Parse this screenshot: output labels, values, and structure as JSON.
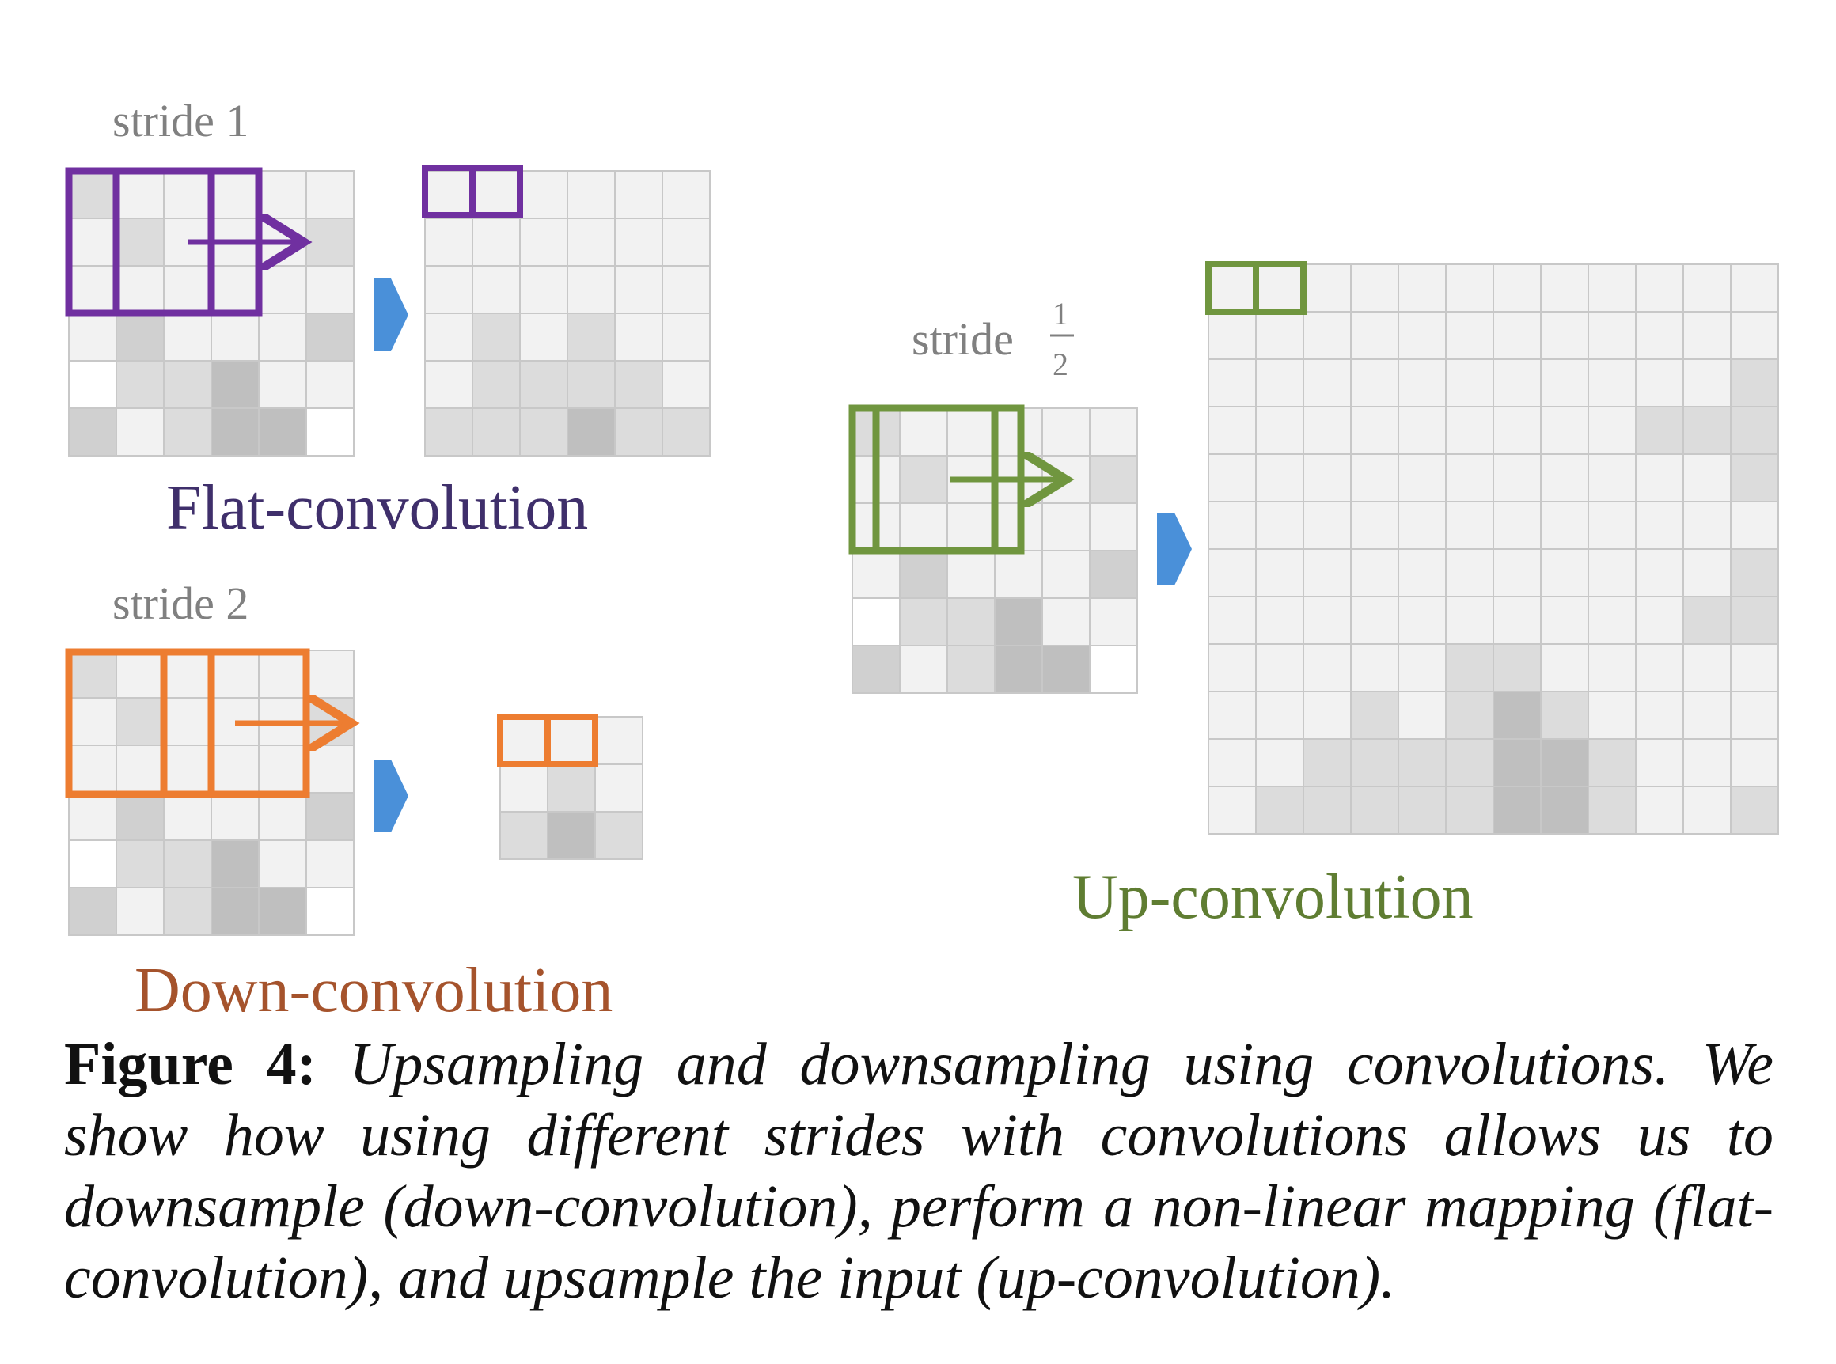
{
  "figure": {
    "colors": {
      "flat": "#7030a0",
      "flat_title": "#3f2f6b",
      "down": "#ed7d31",
      "down_title": "#a5532c",
      "up": "#70963f",
      "up_title": "#5f7d32",
      "arrow": "#4a90d9",
      "stride_label": "#808080",
      "grid_line": "#c8c8c8"
    },
    "panels": {
      "flat": {
        "stride_label": "stride 1",
        "title": "Flat-convolution",
        "input_grid": [
          [
            1,
            0,
            0,
            0,
            0,
            0
          ],
          [
            0,
            1,
            0,
            0,
            0,
            1
          ],
          [
            0,
            0,
            0,
            0,
            0,
            0
          ],
          [
            0,
            2,
            0,
            0,
            0,
            2
          ],
          [
            -1,
            1,
            1,
            3,
            0,
            0
          ],
          [
            2,
            0,
            1,
            3,
            3,
            -1
          ]
        ],
        "output_grid": [
          [
            0,
            0,
            0,
            0,
            0,
            0
          ],
          [
            0,
            0,
            0,
            0,
            0,
            0
          ],
          [
            0,
            0,
            0,
            0,
            0,
            0
          ],
          [
            0,
            1,
            0,
            1,
            0,
            0
          ],
          [
            0,
            1,
            1,
            1,
            1,
            0
          ],
          [
            1,
            1,
            1,
            3,
            1,
            1
          ]
        ]
      },
      "down": {
        "stride_label": "stride 2",
        "title": "Down-convolution",
        "input_grid": [
          [
            1,
            0,
            0,
            0,
            0,
            0
          ],
          [
            0,
            1,
            0,
            0,
            0,
            1
          ],
          [
            0,
            0,
            0,
            0,
            0,
            0
          ],
          [
            0,
            2,
            0,
            0,
            0,
            2
          ],
          [
            -1,
            1,
            1,
            3,
            0,
            0
          ],
          [
            2,
            0,
            1,
            3,
            3,
            -1
          ]
        ],
        "output_grid": [
          [
            0,
            0,
            0
          ],
          [
            0,
            1,
            0
          ],
          [
            1,
            3,
            1
          ]
        ]
      },
      "up": {
        "stride_word": "stride",
        "stride_num": "1",
        "stride_den": "2",
        "title": "Up-convolution",
        "input_grid": [
          [
            1,
            0,
            0,
            0,
            0,
            0
          ],
          [
            0,
            1,
            0,
            0,
            0,
            1
          ],
          [
            0,
            0,
            0,
            0,
            0,
            0
          ],
          [
            0,
            2,
            0,
            0,
            0,
            2
          ],
          [
            -1,
            1,
            1,
            3,
            0,
            0
          ],
          [
            2,
            0,
            1,
            3,
            3,
            -1
          ]
        ],
        "output_grid": [
          [
            0,
            0,
            0,
            0,
            0,
            0,
            0,
            0,
            0,
            0,
            0,
            0
          ],
          [
            0,
            0,
            0,
            0,
            0,
            0,
            0,
            0,
            0,
            0,
            0,
            0
          ],
          [
            0,
            0,
            0,
            0,
            0,
            0,
            0,
            0,
            0,
            0,
            0,
            1
          ],
          [
            0,
            0,
            0,
            0,
            0,
            0,
            0,
            0,
            0,
            1,
            1,
            1
          ],
          [
            0,
            0,
            0,
            0,
            0,
            0,
            0,
            0,
            0,
            0,
            0,
            1
          ],
          [
            0,
            0,
            0,
            0,
            0,
            0,
            0,
            0,
            0,
            0,
            0,
            0
          ],
          [
            0,
            0,
            0,
            0,
            0,
            0,
            0,
            0,
            0,
            0,
            0,
            1
          ],
          [
            0,
            0,
            0,
            0,
            0,
            0,
            0,
            0,
            0,
            0,
            1,
            1
          ],
          [
            0,
            0,
            0,
            0,
            0,
            1,
            1,
            0,
            0,
            0,
            0,
            0
          ],
          [
            0,
            0,
            0,
            1,
            0,
            1,
            3,
            1,
            0,
            0,
            0,
            0
          ],
          [
            0,
            0,
            1,
            1,
            1,
            1,
            3,
            3,
            1,
            0,
            0,
            0
          ],
          [
            0,
            1,
            1,
            1,
            1,
            1,
            3,
            3,
            1,
            0,
            0,
            1
          ]
        ]
      }
    },
    "shade_colors": {
      "-1": "#ffffff",
      "0": "#f2f2f2",
      "1": "#dcdcdc",
      "2": "#d0d0d0",
      "3": "#bfbfbf"
    }
  },
  "caption": {
    "label": "Figure 4:",
    "text": "Upsampling and downsampling using convolutions. We show how using different strides with convolutions allows us to downsample (down-convolution), perform a non-linear mapping (flat-convolution), and upsample the input (up-convolution)."
  }
}
